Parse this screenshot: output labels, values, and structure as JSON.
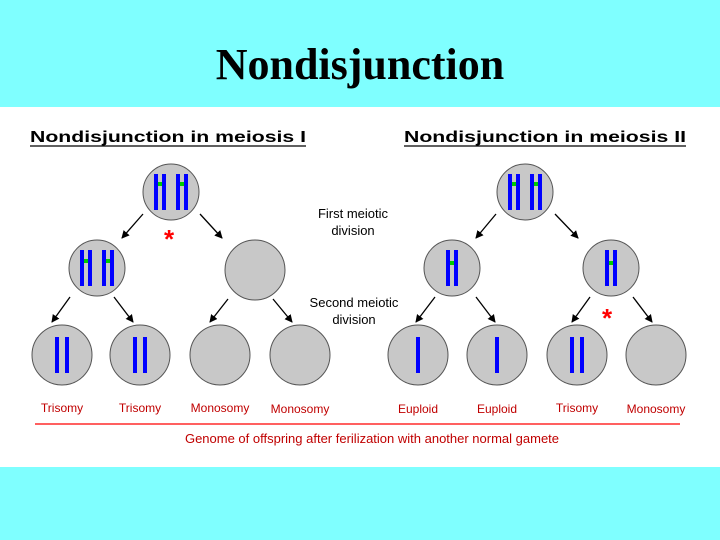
{
  "title": "Nondisjunction",
  "panel_left_title": "Nondisjunction in meiosis I",
  "panel_right_title": "Nondisjunction in meiosis II",
  "first_division_label": [
    "First meiotic",
    "division"
  ],
  "second_division_label": [
    "Second meiotic",
    "division"
  ],
  "asterisk": "*",
  "outcomes": [
    {
      "label": "Trisomy",
      "chromosomes": 2
    },
    {
      "label": "Trisomy",
      "chromosomes": 2
    },
    {
      "label": "Monosomy",
      "chromosomes": 0
    },
    {
      "label": "Monosomy",
      "chromosomes": 0
    },
    {
      "label": "Euploid",
      "chromosomes": 1
    },
    {
      "label": "Euploid",
      "chromosomes": 1
    },
    {
      "label": "Trisomy",
      "chromosomes": 2
    },
    {
      "label": "Monosomy",
      "chromosomes": 0
    }
  ],
  "footer": "Genome of offspring after ferilization with another normal gamete",
  "colors": {
    "background": "#7fffff",
    "cell_fill": "#c8c8c8",
    "chromosome": "#0000ff",
    "centromere": "#00cc00",
    "asterisk": "#ff0000",
    "outcome_text": "#c00000",
    "footer_line": "#ff0000"
  }
}
